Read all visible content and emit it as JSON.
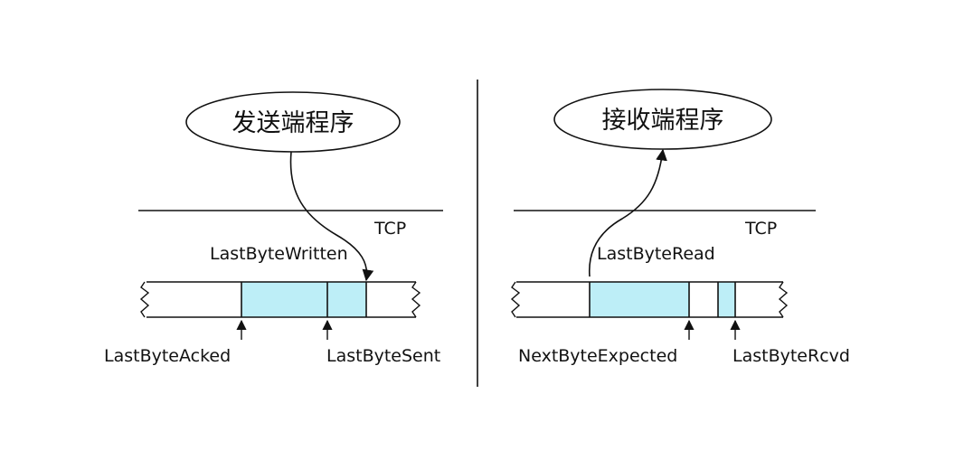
{
  "colors": {
    "buffer_fill": "#bdeef7",
    "line": "#111111",
    "background": "#ffffff"
  },
  "sender": {
    "program_label": "发送端程序",
    "layer_label": "TCP",
    "pointer_top": "LastByteWritten",
    "pointer_left": "LastByteAcked",
    "pointer_right": "LastByteSent"
  },
  "receiver": {
    "program_label": "接收端程序",
    "layer_label": "TCP",
    "pointer_top": "LastByteRead",
    "pointer_left": "NextByteExpected",
    "pointer_right": "LastByteRcvd"
  }
}
